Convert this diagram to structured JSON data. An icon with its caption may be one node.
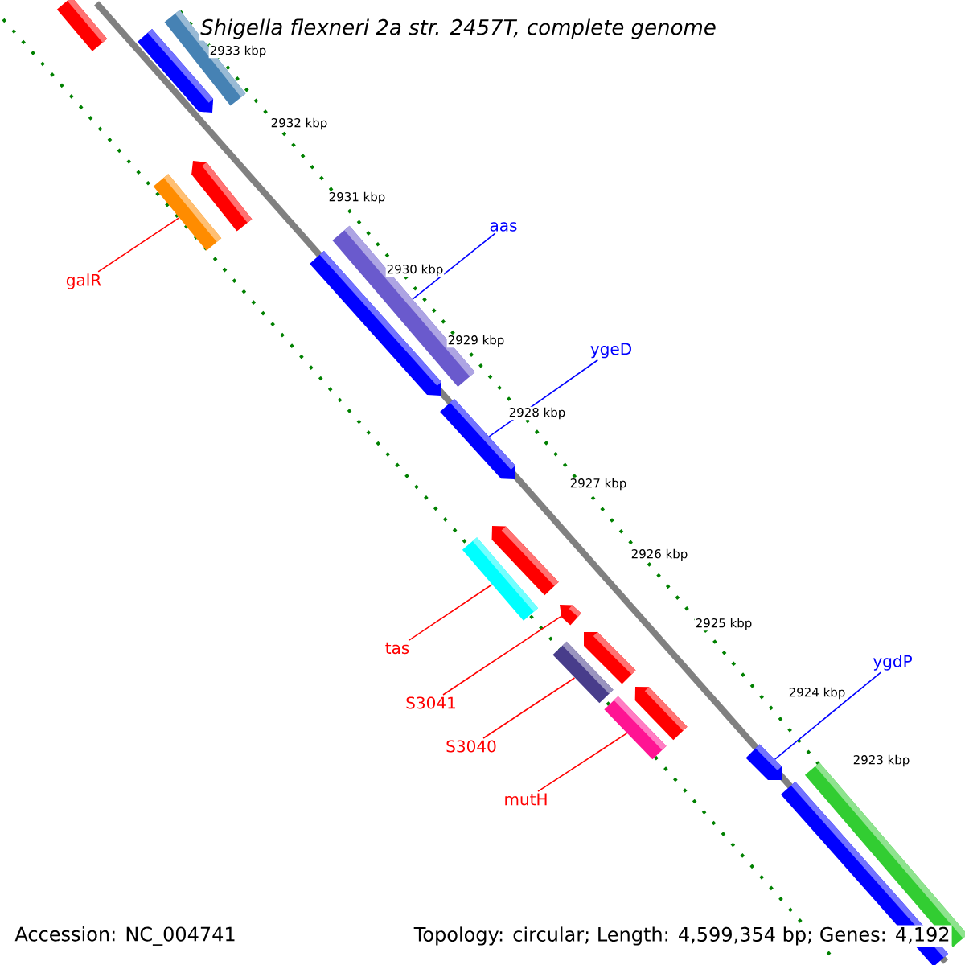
{
  "diagram": {
    "title": "Shigella flexneri 2a str. 2457T, complete genome",
    "nodes": [
      {
        "text": [],
        "shape": "bar"
      },
      {
        "text": [],
        "shape": "bar"
      },
      {
        "text": [],
        "shape": "bar"
      },
      {
        "text": [],
        "shape": "bar"
      },
      {
        "text": [],
        "shape": "bar"
      },
      {
        "text": [],
        "shape": "bar"
      },
      {
        "text": [],
        "shape": "bar"
      },
      {
        "text": [],
        "shape": "bar"
      },
      {
        "text": [],
        "shape": "bar"
      },
      {
        "text": [],
        "shape": "bar"
      },
      {
        "text": [],
        "shape": "bar"
      },
      {
        "text": [],
        "shape": "bar"
      },
      {
        "text": [],
        "shape": "bar"
      },
      {
        "text": [],
        "shape": "bar"
      },
      {
        "text": [],
        "shape": "bar"
      },
      {
        "text": [],
        "shape": "bar"
      },
      {
        "text": [],
        "shape": "bar"
      },
      {
        "text": [],
        "shape": "bar"
      },
      {
        "text": [
          "galR"
        ]
      },
      {
        "text": [
          "aas"
        ]
      },
      {
        "text": [
          "ygeD"
        ]
      },
      {
        "text": [
          "tas"
        ]
      },
      {
        "text": [
          "S3041"
        ]
      },
      {
        "text": [
          "S3040"
        ]
      },
      {
        "text": [
          "mutH"
        ]
      },
      {
        "text": [
          "ygdP"
        ]
      }
    ],
    "edges": [
      {
        "from": 18,
        "to": 4,
        "arrow": "none"
      },
      {
        "from": 19,
        "to": 6,
        "arrow": "none",
        "color": "#0000ff"
      },
      {
        "from": 20,
        "to": 7,
        "arrow": "none",
        "color": "#0000ff"
      },
      {
        "from": 21,
        "to": 9,
        "arrow": "none"
      },
      {
        "from": 22,
        "to": 10,
        "arrow": "none"
      },
      {
        "from": 23,
        "to": 11,
        "arrow": "none"
      },
      {
        "from": 24,
        "to": 13,
        "arrow": "none"
      },
      {
        "from": 25,
        "to": 15,
        "arrow": "none",
        "color": "#0000ff"
      }
    ],
    "labels": [
      "2933 kbp",
      "2932 kbp",
      "2931 kbp",
      "2930 kbp",
      "2929 kbp",
      "2928 kbp",
      "2927 kbp",
      "2926 kbp",
      "2925 kbp",
      "2924 kbp",
      "2923 kbp",
      "Accession: NC_004741",
      "Topology: circular; Length: 4,599,354 bp; Genes: 4,192"
    ]
  }
}
